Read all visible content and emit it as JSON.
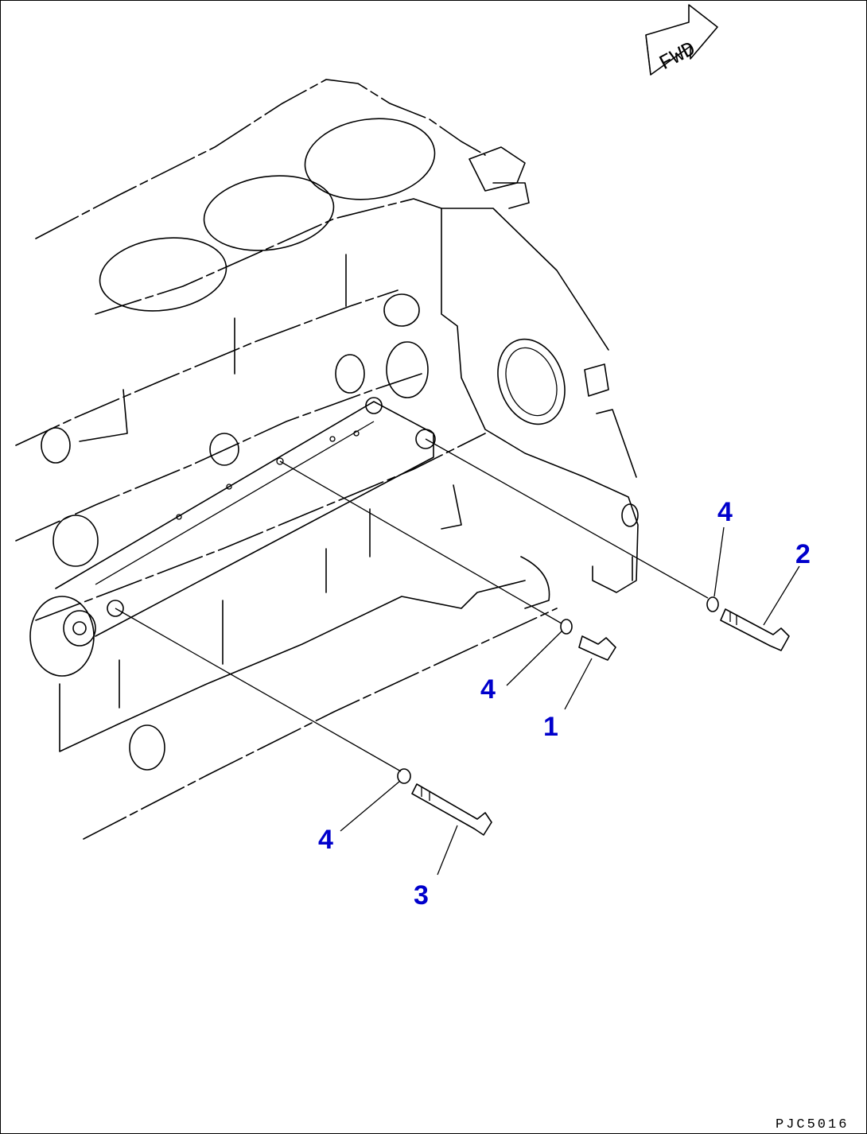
{
  "diagram": {
    "fwd_label": "FWD",
    "drawing_code": "PJC5016",
    "callout_color": "#0000cc",
    "callouts": [
      {
        "id": "callout-4-a",
        "text": "4"
      },
      {
        "id": "callout-2",
        "text": "2"
      },
      {
        "id": "callout-4-b",
        "text": "4"
      },
      {
        "id": "callout-1",
        "text": "1"
      },
      {
        "id": "callout-4-c",
        "text": "4"
      },
      {
        "id": "callout-3",
        "text": "3"
      }
    ]
  }
}
